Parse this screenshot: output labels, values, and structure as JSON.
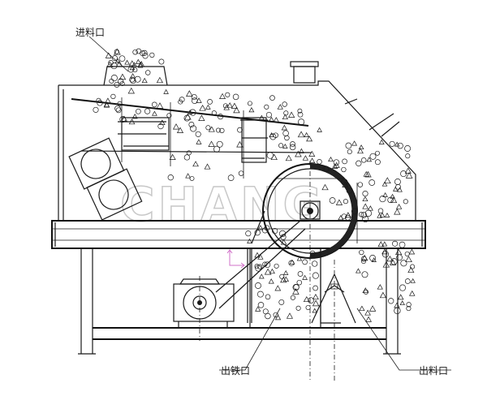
{
  "labels": {
    "feed_inlet": "进料口",
    "iron_outlet": "出铁口",
    "material_outlet": "出料口"
  },
  "watermark": "CHANG",
  "colors": {
    "line": "#1a1a1a",
    "watermark": "#c8c8c8",
    "axis_marker": "#d070c8"
  }
}
